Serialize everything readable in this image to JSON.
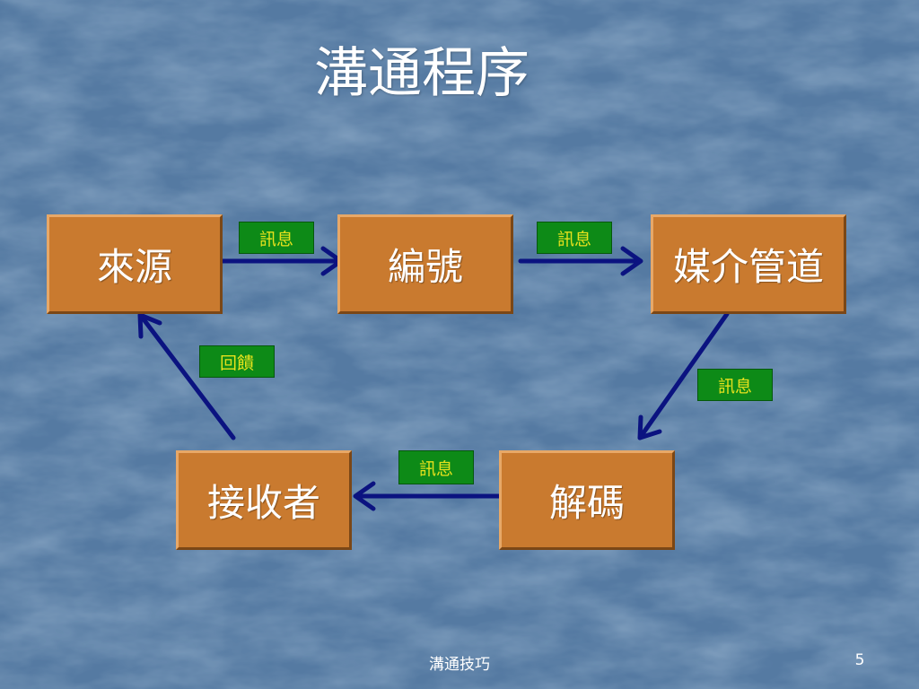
{
  "title": "溝通程序",
  "nodes": {
    "source": "來源",
    "encoding": "編號",
    "channel": "媒介管道",
    "decoding": "解碼",
    "receiver": "接收者"
  },
  "labels": {
    "message_1": "訊息",
    "message_2": "訊息",
    "message_3": "訊息",
    "message_4": "訊息",
    "feedback": "回饋"
  },
  "footer": {
    "text": "溝通技巧",
    "page": "5"
  },
  "colors": {
    "node_fill": "#c97a2f",
    "label_fill": "#0d8a17",
    "label_text": "#e7e21d",
    "arrow": "#0b1380",
    "background": "#5a7fa6"
  }
}
